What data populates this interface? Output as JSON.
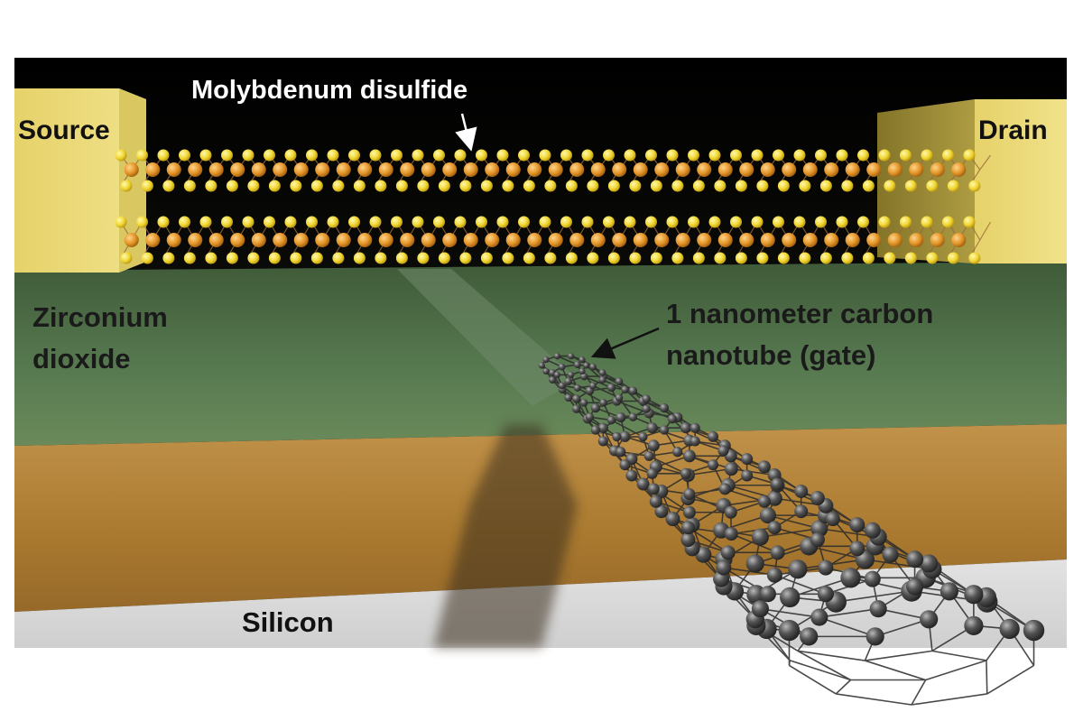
{
  "labels": {
    "molybdenum_disulfide": "Molybdenum disulfide",
    "source": "Source",
    "drain": "Drain",
    "zirconium_dioxide_line1": "Zirconium",
    "zirconium_dioxide_line2": "dioxide",
    "nanotube_line1": "1 nanometer carbon",
    "nanotube_line2": "nanotube (gate)",
    "silicon": "Silicon"
  },
  "colors": {
    "background_sky": "#000000",
    "electrode": "#e8d76a",
    "sulfur_atom": "#f2dc3a",
    "molybdenum_atom": "#e39a2a",
    "dielectric_green": "#4f6f4a",
    "dielectric_orange": "#b07f3a",
    "silicon_gray": "#d7d7d7",
    "carbon_atom": "#444444"
  }
}
